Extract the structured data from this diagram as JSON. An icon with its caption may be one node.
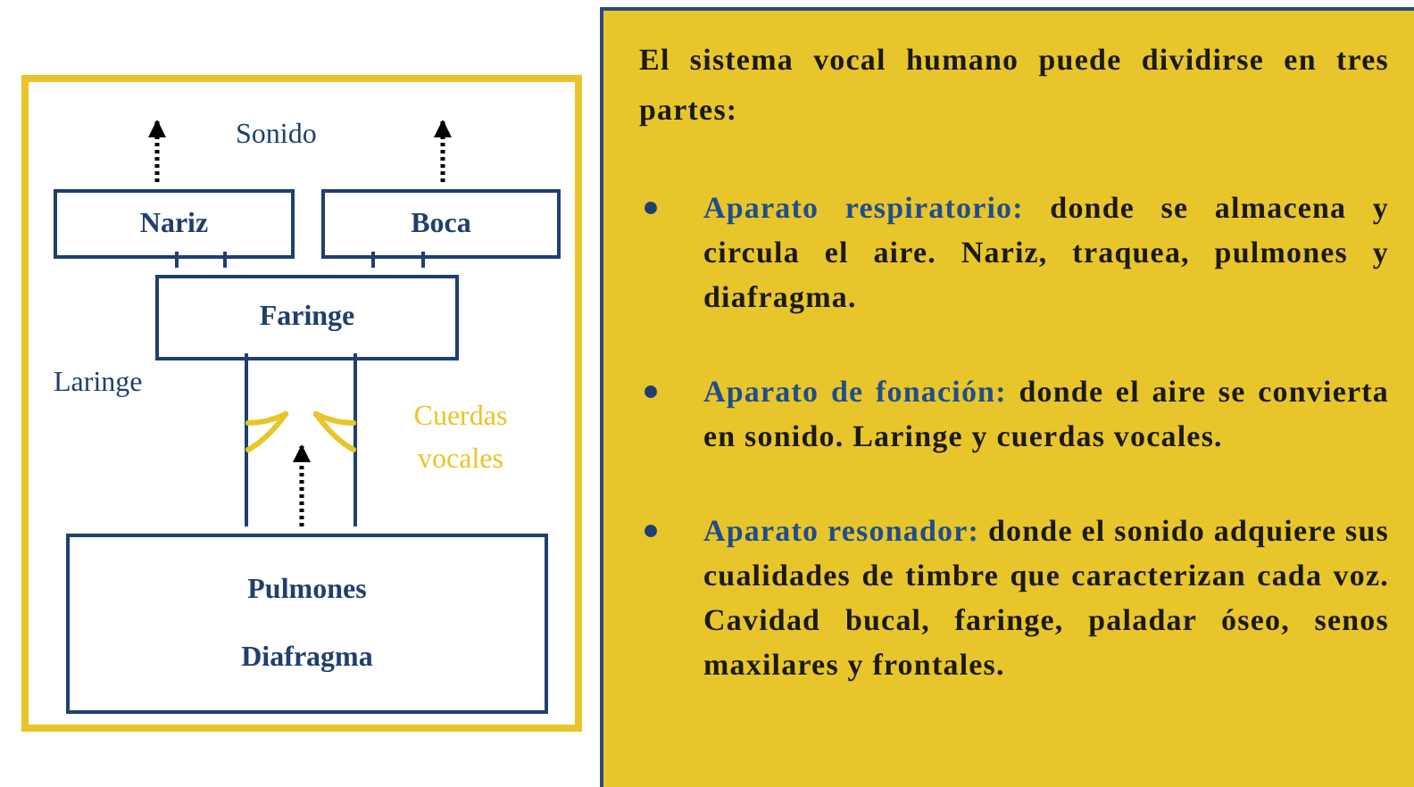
{
  "diagram": {
    "nodes": [
      {
        "text": [],
        "shape": "box"
      },
      {
        "text": [
          "Nariz"
        ],
        "in": 0
      },
      {
        "text": [
          "Boca"
        ],
        "in": 0
      },
      {
        "text": [
          "Faringe"
        ],
        "in": 0
      },
      {
        "text": [
          "Pulmones",
          "Diafragma"
        ],
        "in": 0
      },
      {
        "text": [
          "El sistema vocal humano puede dividirse en tres partes:",
          "Aparato respiratorio:",
          "donde se almacena y circula el aire. Nariz, traquea, pulmones y diafragma.",
          "Aparato de fonación:",
          "donde el aire se convierta en sonido. Laringe y cuerdas vocales.",
          "Aparato resonador:",
          "donde el sonido adquiere sus cualidades de timbre que caracterizan cada voz. Cavidad bucal, faringe, paladar óseo, senos maxilares y frontales."
        ]
      }
    ],
    "edges": [
      {
        "from": 1,
        "to": null,
        "arrow": "to",
        "style": "dashed"
      },
      {
        "from": 2,
        "to": null,
        "arrow": "to",
        "style": "dashed"
      },
      {
        "from": 1,
        "to": 3,
        "arrow": "none",
        "color": "#1f3f6e"
      },
      {
        "from": 2,
        "to": 3,
        "arrow": "none",
        "color": "#1f3f6e"
      },
      {
        "from": 3,
        "to": 4,
        "arrow": "none",
        "color": "#1f3f6e"
      },
      {
        "from": 4,
        "to": null,
        "arrow": "to",
        "style": "dashed"
      }
    ],
    "labels": [
      "Sonido",
      "Laringe",
      "Cuerdas vocales"
    ]
  }
}
